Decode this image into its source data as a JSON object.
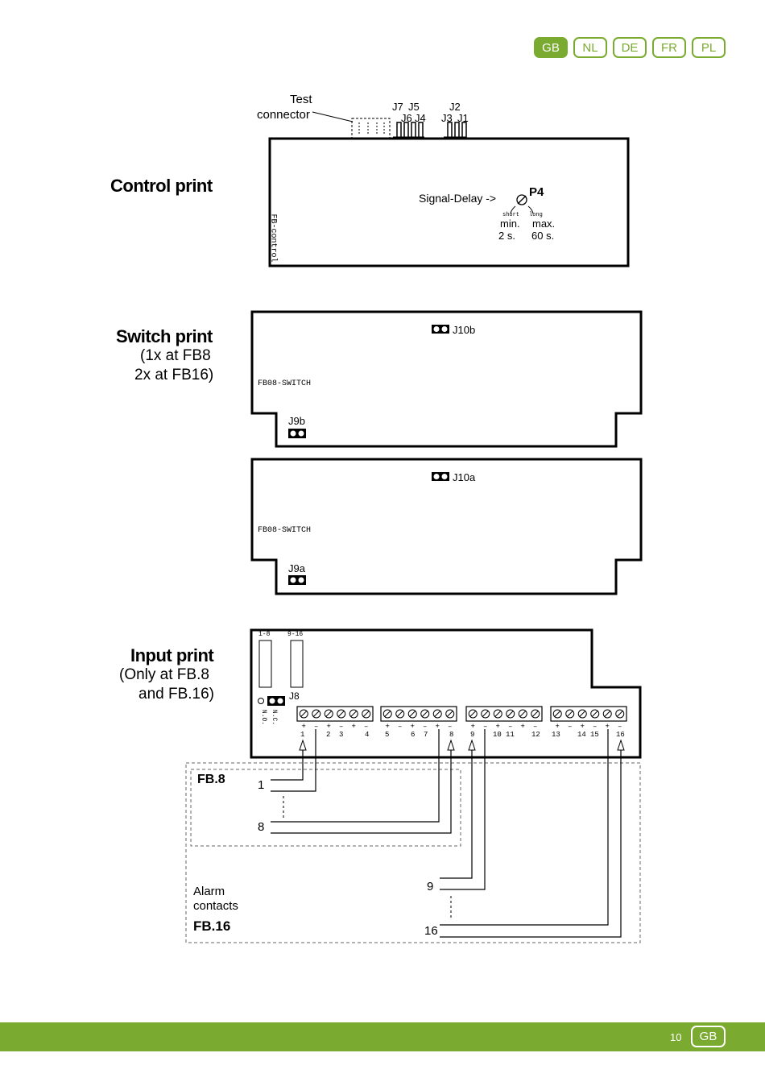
{
  "lang_tabs": [
    "GB",
    "NL",
    "DE",
    "FR",
    "PL"
  ],
  "active_lang": "GB",
  "control": {
    "heading": "Control print",
    "test_connector_line1": "Test",
    "test_connector_line2": "connector",
    "jumpers_top": [
      "J7",
      "J5",
      "J2"
    ],
    "jumpers_bottom": [
      "J6",
      "J4",
      "J3",
      "J1"
    ],
    "board_label": "FB-control",
    "signal_delay": "Signal-Delay  ->",
    "pot": "P4",
    "short": "short",
    "long": "long",
    "min": "min.",
    "max": "max.",
    "min_val": "2 s.",
    "max_val": "60 s."
  },
  "switch": {
    "heading": "Switch print",
    "note1": "(1x at FB8",
    "note2": "2x at FB16)",
    "board_label": "FB08-SWITCH",
    "j10b": "J10b",
    "j9b": "J9b",
    "j10a": "J10a",
    "j9a": "J9a"
  },
  "input": {
    "heading": "Input print",
    "note1": "(Only at FB.8",
    "note2": "and FB.16)",
    "range1": "1-8",
    "range2": "9-16",
    "j8": "J8",
    "no": "N.O.",
    "nc": "N.C.",
    "terminal_numbers": [
      "1",
      "2",
      "3",
      "4",
      "5",
      "6",
      "7",
      "8",
      "9",
      "10",
      "11",
      "12",
      "13",
      "14",
      "15",
      "16"
    ]
  },
  "wiring": {
    "fb8": "FB.8",
    "fb16": "FB.16",
    "alarm1": "Alarm",
    "alarm2": "contacts",
    "n1": "1",
    "n8": "8",
    "n9": "9",
    "n16": "16"
  },
  "footer": {
    "page_number": "10",
    "lang": "GB"
  },
  "colors": {
    "accent": "#7aaa2f"
  }
}
